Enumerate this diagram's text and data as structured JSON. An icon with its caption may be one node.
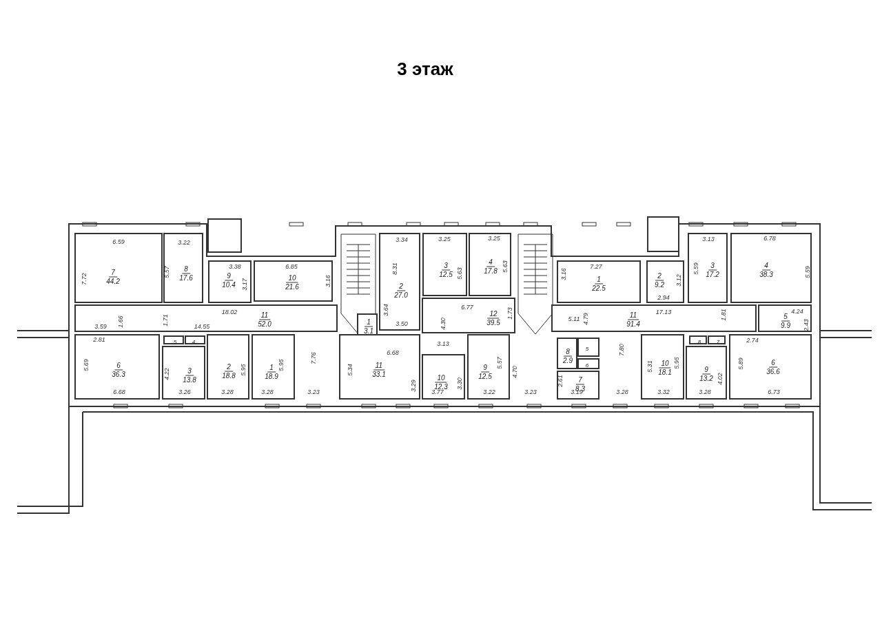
{
  "diagram": {
    "title": "3 этаж",
    "nodes": [
      {
        "text": [
          "7",
          "44.2"
        ]
      },
      {
        "text": [
          "8",
          "17.6"
        ]
      },
      {
        "text": [
          "9",
          "10.4"
        ]
      },
      {
        "text": [
          "10",
          "21.6"
        ]
      },
      {
        "text": [
          "2",
          "27.0"
        ]
      },
      {
        "text": [
          "3",
          "12.5"
        ]
      },
      {
        "text": [
          "4",
          "17.8"
        ]
      },
      {
        "text": [
          "1",
          "22.5"
        ]
      },
      {
        "text": [
          "2",
          "9.2"
        ]
      },
      {
        "text": [
          "3",
          "17.2"
        ]
      },
      {
        "text": [
          "4",
          "38.3"
        ]
      },
      {
        "text": [
          "11",
          "52.0"
        ]
      },
      {
        "text": [
          "1",
          "3.1"
        ]
      },
      {
        "text": [
          "12",
          "39.5"
        ]
      },
      {
        "text": [
          "11",
          "91.4"
        ]
      },
      {
        "text": [
          "5",
          "9.9"
        ]
      },
      {
        "text": [
          "6",
          "36.3"
        ]
      },
      {
        "text": [
          "5"
        ]
      },
      {
        "text": [
          "4"
        ]
      },
      {
        "text": [
          "3",
          "13.8"
        ]
      },
      {
        "text": [
          "2",
          "18.8"
        ]
      },
      {
        "text": [
          "1",
          "18.9"
        ]
      },
      {
        "text": [
          "11",
          "33.1"
        ]
      },
      {
        "text": [
          "10",
          "12.3"
        ]
      },
      {
        "text": [
          "9",
          "12.5"
        ]
      },
      {
        "text": [
          "8",
          "2.9"
        ]
      },
      {
        "text": [
          "5"
        ]
      },
      {
        "text": [
          "6"
        ]
      },
      {
        "text": [
          "7",
          "8.3"
        ]
      },
      {
        "text": [
          "10",
          "18.1"
        ]
      },
      {
        "text": [
          "8"
        ]
      },
      {
        "text": [
          "7"
        ]
      },
      {
        "text": [
          "9",
          "13.2"
        ]
      },
      {
        "text": [
          "6",
          "36.6"
        ]
      }
    ],
    "labels": [
      "6.59",
      "3.22",
      "3.34",
      "3.25",
      "3.25",
      "3.13",
      "6.78",
      "3.38",
      "6.85",
      "7.27",
      "5.57",
      "8.31",
      "5.63",
      "5.63",
      "5.59",
      "7.72",
      "3.17",
      "3.16",
      "3.16",
      "3.12",
      "5.59",
      "18.02",
      "3.64",
      "6.77",
      "1.73",
      "2.94",
      "17.13",
      "1.81",
      "4.24",
      "3.59",
      "1.66",
      "1.71",
      "14.55",
      "3.50",
      "4.30",
      "5.11",
      "4.79",
      "2.43",
      "2.81",
      "6.68",
      "3.13",
      "2.74",
      "5.69",
      "5.95",
      "5.95",
      "7.76",
      "5.34",
      "5.57",
      "4.70",
      "7.80",
      "5.31",
      "5.95",
      "5.89",
      "4.22",
      "3.29",
      "3.30",
      "2.61",
      "4.02",
      "6.68",
      "3.26",
      "3.28",
      "3.28",
      "3.23",
      "3.77",
      "3.22",
      "3.23",
      "3.19",
      "3.28",
      "3.32",
      "3.28",
      "6.73"
    ]
  }
}
